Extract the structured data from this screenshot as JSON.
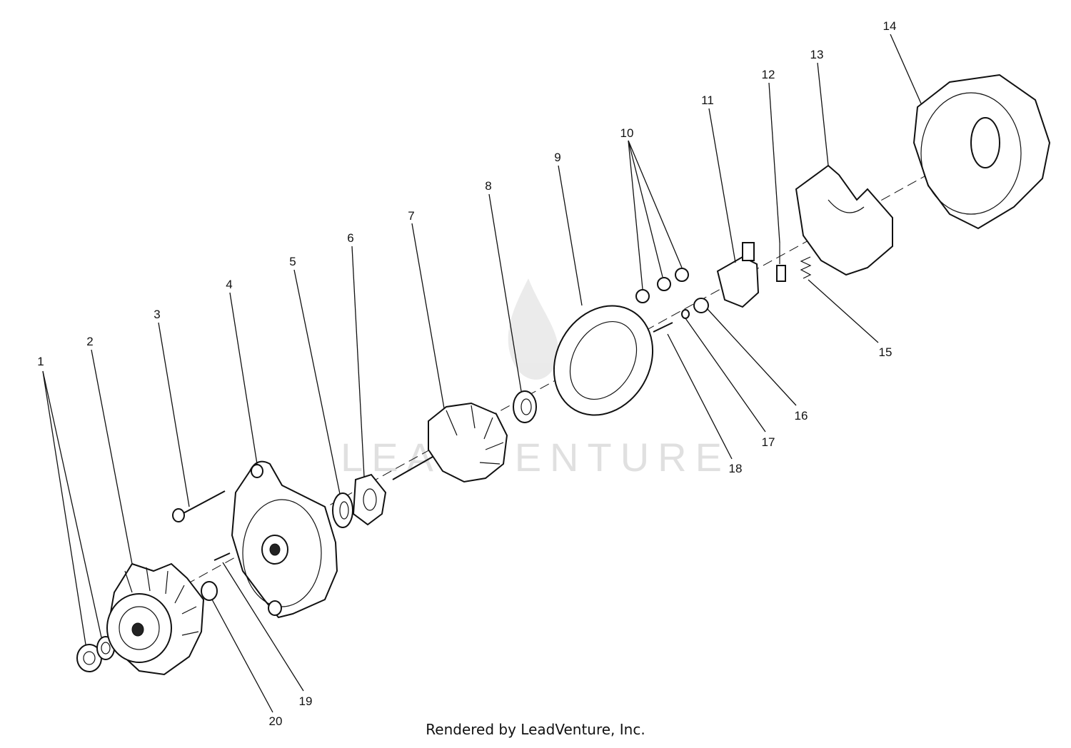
{
  "diagram": {
    "callouts": [
      "1",
      "2",
      "3",
      "4",
      "5",
      "6",
      "7",
      "8",
      "9",
      "10",
      "11",
      "12",
      "13",
      "14",
      "15",
      "16",
      "17",
      "18",
      "19",
      "20"
    ],
    "watermark": "LEADVENTURE"
  },
  "footer": {
    "credit": "Rendered by LeadVenture, Inc."
  }
}
